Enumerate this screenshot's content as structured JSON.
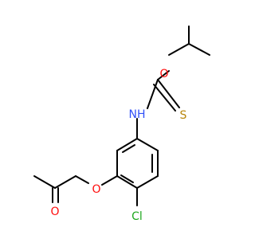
{
  "molecule": {
    "atoms": {
      "oxygen_ester": {
        "label": "O",
        "color": "#ff0d0d"
      },
      "sulfur": {
        "label": "S",
        "color": "#b8860b"
      },
      "nitrogen": {
        "label": "NH",
        "color": "#3050f8"
      },
      "oxygen_ether": {
        "label": "O",
        "color": "#ff0d0d"
      },
      "oxygen_ketone": {
        "label": "O",
        "color": "#ff0d0d"
      },
      "chlorine": {
        "label": "Cl",
        "color": "#1fa81f"
      }
    }
  }
}
